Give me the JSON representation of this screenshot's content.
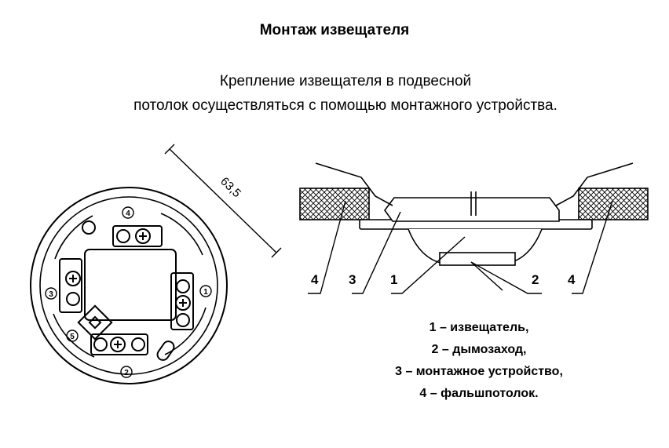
{
  "title": "Монтаж извещателя",
  "subtitle": {
    "line1": "Крепление извещателя в подвесной",
    "line2": "потолок осуществляться с помощью монтажного устройства."
  },
  "dimension_label": "63,5",
  "base_terminals": [
    "1",
    "2",
    "3",
    "4",
    "5"
  ],
  "callouts": [
    "4",
    "3",
    "1",
    "2",
    "4"
  ],
  "legend": [
    "1 – извещатель,",
    "2 – дымозаход,",
    "3 – монтажное устройство,",
    "4 – фальшпотолок."
  ]
}
